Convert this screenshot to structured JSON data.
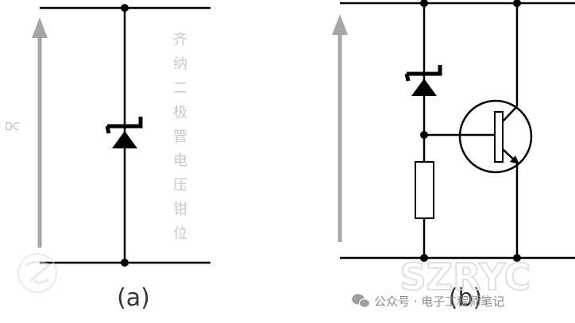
{
  "diagram_a": {
    "dc_label": "DC",
    "vertical_caption": [
      "齐",
      "纳",
      "二",
      "极",
      "管",
      "电",
      "压",
      "钳",
      "位"
    ],
    "caption": "(a)"
  },
  "diagram_b": {
    "caption": "(b)"
  },
  "watermark": {
    "logo_text": "SZRYC",
    "account_text": "公众号 · 电子工程师笔记"
  },
  "colors": {
    "line": "#000000",
    "arrow": "#a6a6a6",
    "vertical_caption": "#c8c8c8",
    "dc_label": "#bdbdbd",
    "caption": "#333333",
    "watermark": "#d9d9d9",
    "wechat_icon": "#9e9e9e"
  }
}
